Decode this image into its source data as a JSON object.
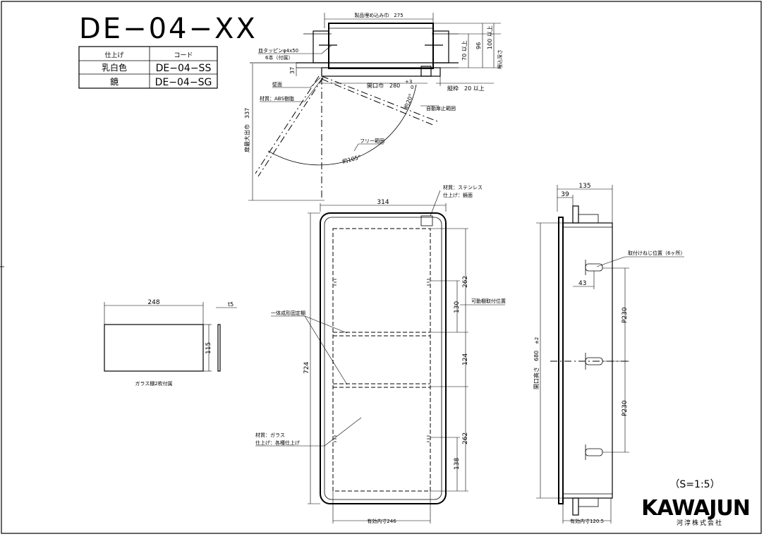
{
  "title": "DE−04−XX",
  "finish_table": {
    "headers": [
      "仕上げ",
      "コード"
    ],
    "rows": [
      [
        "乳白色",
        "DE−04−SS"
      ],
      [
        "鏡",
        "DE−04−SG"
      ]
    ]
  },
  "top_view": {
    "embed_width": "製品埋め込み巾　275",
    "screw_note_1": "皿タッピンφ4x50",
    "screw_note_2": "6本（付属）",
    "wall_label": "壁面",
    "dim_37": "37",
    "dim_70": "70 以上",
    "dim_96": "96",
    "dim_100": "100 以上",
    "depth_label": "埋込深さ",
    "opening_width": "開口巾　280",
    "opening_tol": "+3",
    "opening_tol2": "0",
    "frame_width": "縦枠　20 以上",
    "material": "材質：ABS樹脂",
    "auto_stop": "自動扉止範囲",
    "angle_20": "約20°",
    "free_range": "フリー範囲",
    "angle_105": "約105°",
    "door_open_width": "扉最大出巾　337"
  },
  "front_view": {
    "material_stainless_1": "材質：ステンレス",
    "material_stainless_2": "仕上げ：鏡面",
    "width_314": "314",
    "height_724": "724",
    "dim_262_top": "262",
    "dim_130": "130",
    "movable_shelf": "可動棚取付位置",
    "fixed_shelf": "一体成形固定棚",
    "dim_124": "124",
    "glass_material_1": "材質：ガラス",
    "glass_material_2": "仕上げ：各種仕上げ",
    "dim_262_bottom": "262",
    "dim_138": "138",
    "inner_width": "有効内寸246"
  },
  "glass_shelf": {
    "width": "248",
    "height": "115",
    "thickness": "t5",
    "caption": "ガラス棚2枚付属"
  },
  "side_view": {
    "width_135": "135",
    "width_39": "39",
    "mount_screw": "取付けねじ位置（6ヶ所）",
    "dim_43": "43",
    "pitch_1": "P230",
    "pitch_2": "P230",
    "opening_height": "開口高さ　680",
    "opening_height_tol": "±2",
    "inner_depth": "有効内寸120.5"
  },
  "scale": "（S=1:5）",
  "brand": "KAWAJUN",
  "brand_sub": "河淳株式会社"
}
